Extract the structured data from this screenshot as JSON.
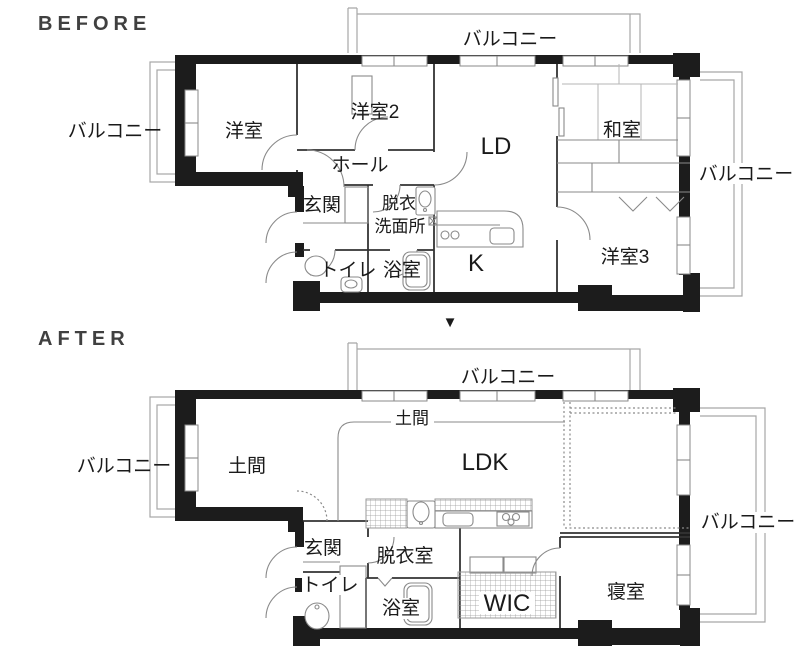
{
  "page": {
    "background": "#ffffff"
  },
  "colors": {
    "wall": "#1c1c1c",
    "interior_wall": "#333333",
    "fixture_line": "#8a8a8a",
    "balcony_line": "#a6a6a6",
    "text": "#1a1a1a",
    "title_text": "#404040"
  },
  "divider_arrow": "▼",
  "before": {
    "title": "BEFORE",
    "rooms": {
      "balcony_left": "バルコニー",
      "balcony_top": "バルコニー",
      "balcony_right": "バルコニー",
      "yoshitsu": "洋室",
      "yoshitsu2": "洋室2",
      "hall": "ホール",
      "ld": "LD",
      "washitsu": "和室",
      "genkan": "玄関",
      "datsui_line1": "脱衣",
      "datsui_line2": "洗面所",
      "toilet": "トイレ",
      "bath": "浴室",
      "kitchen": "K",
      "yoshitsu3": "洋室3"
    }
  },
  "after": {
    "title": "AFTER",
    "rooms": {
      "balcony_left": "バルコニー",
      "balcony_top": "バルコニー",
      "balcony_right": "バルコニー",
      "doma_room": "土間",
      "doma_strip": "土間",
      "ldk": "LDK",
      "genkan": "玄関",
      "datsui": "脱衣室",
      "toilet": "トイレ",
      "bath": "浴室",
      "wic": "WIC",
      "bedroom": "寝室"
    }
  }
}
